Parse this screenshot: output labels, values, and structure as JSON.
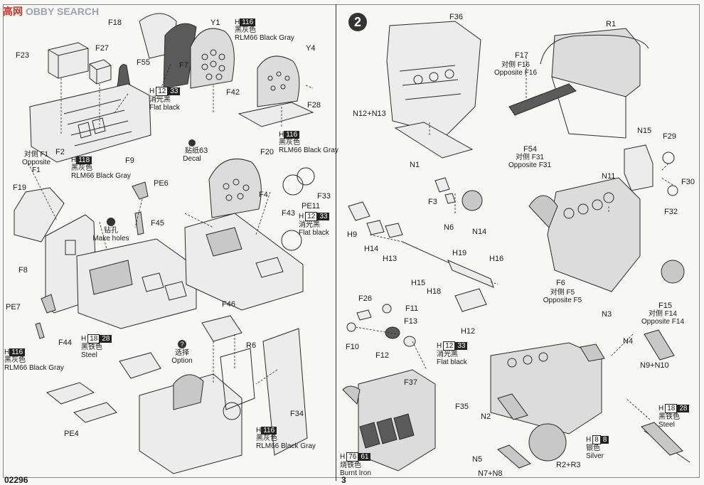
{
  "watermark": {
    "left": "高",
    "mid": "网",
    "right": "OBBY SEARCH"
  },
  "footer": {
    "catalog_no": "02296",
    "page": "3"
  },
  "step2": {
    "number": "2"
  },
  "left_labels": {
    "F18": "F18",
    "Y1": "Y1",
    "F23": "F23",
    "F27": "F27",
    "F55": "F55",
    "F7": "F7",
    "F42": "F42",
    "Y4": "Y4",
    "F28": "F28",
    "F2": "F2",
    "F9": "F9",
    "F20": "F20",
    "F19": "F19",
    "PE6": "PE6",
    "F4": "F4",
    "F33": "F33",
    "PE11": "PE11",
    "F43": "F43",
    "F45": "F45",
    "F8": "F8",
    "PE7": "PE7",
    "F44": "F44",
    "F46": "F46",
    "R6": "R6",
    "F34": "F34",
    "PE4": "PE4",
    "n63": "63",
    "F1": "对侧 F1",
    "F1en": "Opposite F1"
  },
  "right_labels": {
    "F36": "F36",
    "R1": "R1",
    "F17": "F17",
    "F16": "对侧 F16",
    "F16en": "Opposite F16",
    "N12": "N12+N13",
    "N1": "N1",
    "F54": "F54",
    "F31": "对侧 F31",
    "F31en": "Opposite F31",
    "N15": "N15",
    "F29": "F29",
    "F30": "F30",
    "F32": "F32",
    "N11": "N11",
    "F3": "F3",
    "N6": "N6",
    "N14": "N14",
    "H9": "H9",
    "H14": "H14",
    "H13": "H13",
    "H19": "H19",
    "H16": "H16",
    "H15": "H15",
    "H18": "H18",
    "F6": "F6",
    "F5": "对侧 F5",
    "F5en": "Opposite F5",
    "F15": "F15",
    "F14": "对侧 F14",
    "F14en": "Opposite F14",
    "F26": "F26",
    "F11": "F11",
    "F13": "F13",
    "F10": "F10",
    "F12": "F12",
    "H12": "H12",
    "N3": "N3",
    "N4": "N4",
    "N9": "N9+N10",
    "F37": "F37",
    "F35": "F35",
    "N2": "N2",
    "N5": "N5",
    "N7": "N7+N8",
    "R2": "R2+R3"
  },
  "colors": {
    "black_gray_1": {
      "code": "H",
      "num": "116",
      "cn": "黑灰色",
      "en": "RLM66 Black Gray"
    },
    "flat_black_1": {
      "code": "H",
      "num_box": "12",
      "num": "33",
      "cn": "消光黑",
      "en": "Flat black"
    },
    "black_gray_2": {
      "code": "H",
      "num": "116",
      "cn": "黑灰色",
      "en": "RLM66 Black Gray"
    },
    "black_gray_3": {
      "code": "H",
      "num": "118",
      "cn": "黑灰色",
      "en": "RLM66 Black Gray"
    },
    "flat_black_2": {
      "code": "H",
      "num_box": "12",
      "num": "33",
      "cn": "消光黑",
      "en": "Flat black"
    },
    "steel_1": {
      "code": "H",
      "num_box": "18",
      "num": "28",
      "cn": "黑铁色",
      "en": "Steel"
    },
    "black_gray_4": {
      "code": "H",
      "num": "116",
      "cn": "黑灰色",
      "en": "RLM66 Black Gray"
    },
    "black_gray_5": {
      "code": "H",
      "num": "116",
      "cn": "黑灰色",
      "en": "RLM66 Black Gray"
    },
    "flat_black_3": {
      "code": "H",
      "num_box": "12",
      "num": "33",
      "cn": "消光黑",
      "en": "Flat black"
    },
    "steel_2": {
      "code": "H",
      "num_box": "18",
      "num": "28",
      "cn": "黑铁色",
      "en": "Steel"
    },
    "silver": {
      "code": "H",
      "num_box": "8",
      "num": "8",
      "cn": "银色",
      "en": "Silver"
    },
    "burnt_iron": {
      "code": "H",
      "num_box": "76",
      "num": "61",
      "cn": "烧铁色",
      "en": "Burnt Iron"
    }
  },
  "notes": {
    "decal_cn": "贴纸",
    "decal_en": "Decal",
    "holes_cn": "钻孔",
    "holes_en": "Make holes",
    "option_cn": "选择",
    "option_en": "Option"
  },
  "palette": {
    "line": "#2a2a2a",
    "fill_light": "#ececec",
    "fill_dark": "#5a5a5a",
    "bg": "#f7f7f3"
  }
}
